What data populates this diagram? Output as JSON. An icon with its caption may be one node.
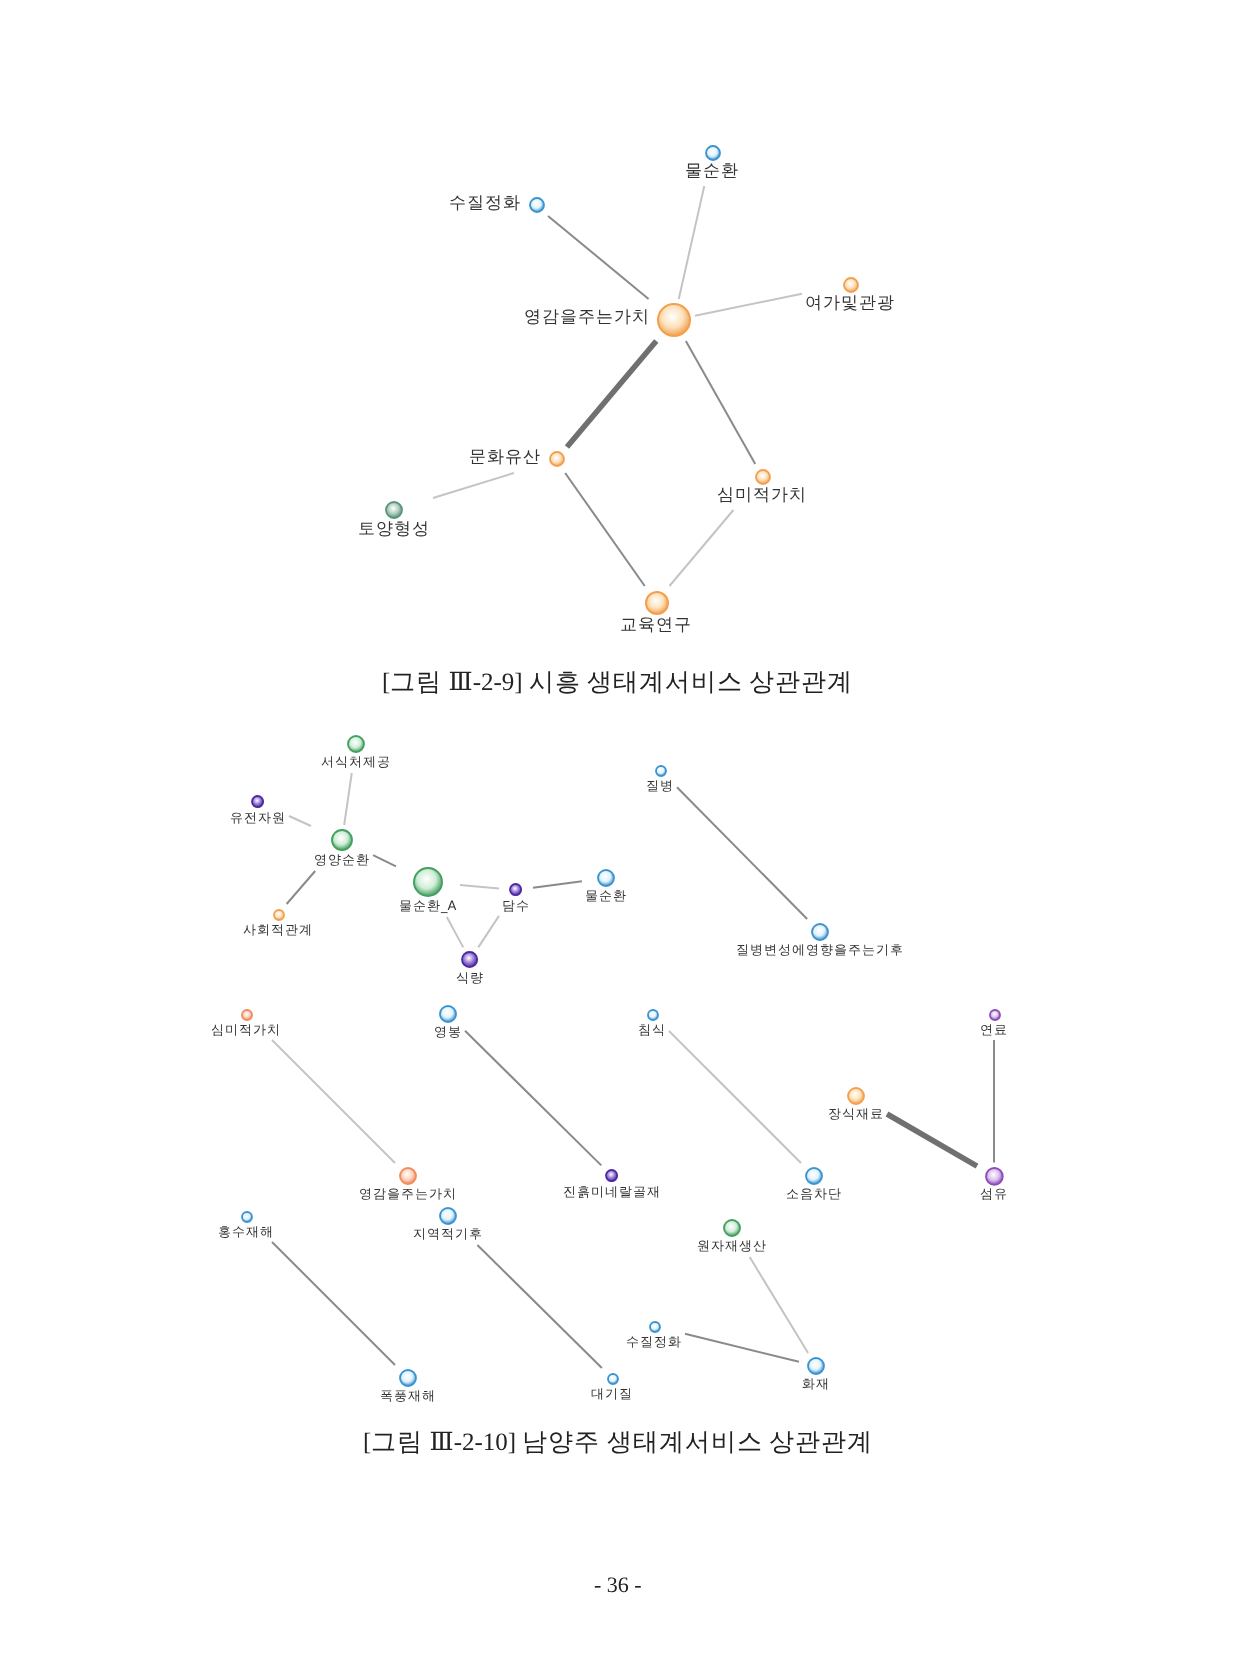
{
  "diagram": {
    "nodes": [
      {
        "text": [
          "물순환"
        ]
      },
      {
        "text": [
          "수질정화"
        ]
      },
      {
        "text": [
          "여가및관광"
        ]
      },
      {
        "text": [
          "영감을주는가치"
        ]
      },
      {
        "text": [
          "문화유산"
        ]
      },
      {
        "text": [
          "심미적가치"
        ]
      },
      {
        "text": [
          "토양형성"
        ]
      },
      {
        "text": [
          "교육연구"
        ]
      },
      {
        "text": [
          "서식처제공"
        ]
      },
      {
        "text": [
          "유전자원"
        ]
      },
      {
        "text": [
          "질병"
        ]
      },
      {
        "text": [
          "영양순환"
        ]
      },
      {
        "text": [
          "물순환_A"
        ]
      },
      {
        "text": [
          "담수"
        ]
      },
      {
        "text": [
          "물순환"
        ]
      },
      {
        "text": [
          "사회적관계"
        ]
      },
      {
        "text": [
          "식량"
        ]
      },
      {
        "text": [
          "질병변성에영향을주는기후"
        ]
      },
      {
        "text": [
          "심미적가치"
        ]
      },
      {
        "text": [
          "영봉"
        ]
      },
      {
        "text": [
          "침식"
        ]
      },
      {
        "text": [
          "연료"
        ]
      },
      {
        "text": [
          "장식재료"
        ]
      },
      {
        "text": [
          "영감을주는가치"
        ]
      },
      {
        "text": [
          "진흙미네랄골재"
        ]
      },
      {
        "text": [
          "소음차단"
        ]
      },
      {
        "text": [
          "섬유"
        ]
      },
      {
        "text": [
          "홍수재해"
        ]
      },
      {
        "text": [
          "지역적기후"
        ]
      },
      {
        "text": [
          "원자재생산"
        ]
      },
      {
        "text": [
          "수질정화"
        ]
      },
      {
        "text": [
          "화재"
        ]
      },
      {
        "text": [
          "폭풍재해"
        ]
      },
      {
        "text": [
          "대기질"
        ]
      }
    ],
    "edges": [
      {
        "from": 1,
        "to": 3,
        "arrow": "none"
      },
      {
        "from": 0,
        "to": 3,
        "arrow": "none",
        "color": "#c4c4c4"
      },
      {
        "from": 2,
        "to": 3,
        "arrow": "none",
        "color": "#c4c4c4"
      },
      {
        "from": 3,
        "to": 4,
        "arrow": "none",
        "style": "thick"
      },
      {
        "from": 3,
        "to": 5,
        "arrow": "none"
      },
      {
        "from": 4,
        "to": 6,
        "arrow": "none",
        "color": "#c4c4c4"
      },
      {
        "from": 4,
        "to": 7,
        "arrow": "none"
      },
      {
        "from": 5,
        "to": 7,
        "arrow": "none",
        "color": "#c4c4c4"
      },
      {
        "from": 8,
        "to": 11,
        "arrow": "none",
        "color": "#c4c4c4"
      },
      {
        "from": 9,
        "to": 11,
        "arrow": "none",
        "color": "#c4c4c4"
      },
      {
        "from": 11,
        "to": 12,
        "arrow": "none"
      },
      {
        "from": 11,
        "to": 15,
        "arrow": "none"
      },
      {
        "from": 12,
        "to": 13,
        "arrow": "none",
        "color": "#c4c4c4"
      },
      {
        "from": 13,
        "to": 14,
        "arrow": "none"
      },
      {
        "from": 12,
        "to": 16,
        "arrow": "none",
        "color": "#c4c4c4"
      },
      {
        "from": 13,
        "to": 16,
        "arrow": "none",
        "color": "#c4c4c4"
      },
      {
        "from": 10,
        "to": 17,
        "arrow": "none"
      },
      {
        "from": 18,
        "to": 23,
        "arrow": "none",
        "color": "#c4c4c4"
      },
      {
        "from": 19,
        "to": 24,
        "arrow": "none"
      },
      {
        "from": 20,
        "to": 25,
        "arrow": "none",
        "color": "#c4c4c4"
      },
      {
        "from": 21,
        "to": 26,
        "arrow": "none"
      },
      {
        "from": 22,
        "to": 26,
        "arrow": "none",
        "style": "thick"
      },
      {
        "from": 27,
        "to": 32,
        "arrow": "none"
      },
      {
        "from": 28,
        "to": 33,
        "arrow": "none"
      },
      {
        "from": 29,
        "to": 31,
        "arrow": "none",
        "color": "#c4c4c4"
      },
      {
        "from": 30,
        "to": 31,
        "arrow": "none"
      }
    ],
    "labels": [
      "[그림 Ⅲ-2-9] 시흥 생태계서비스 상관관계",
      "[그림 Ⅲ-2-10] 남양주 생태계서비스 상관관계",
      "- 36 -"
    ]
  }
}
